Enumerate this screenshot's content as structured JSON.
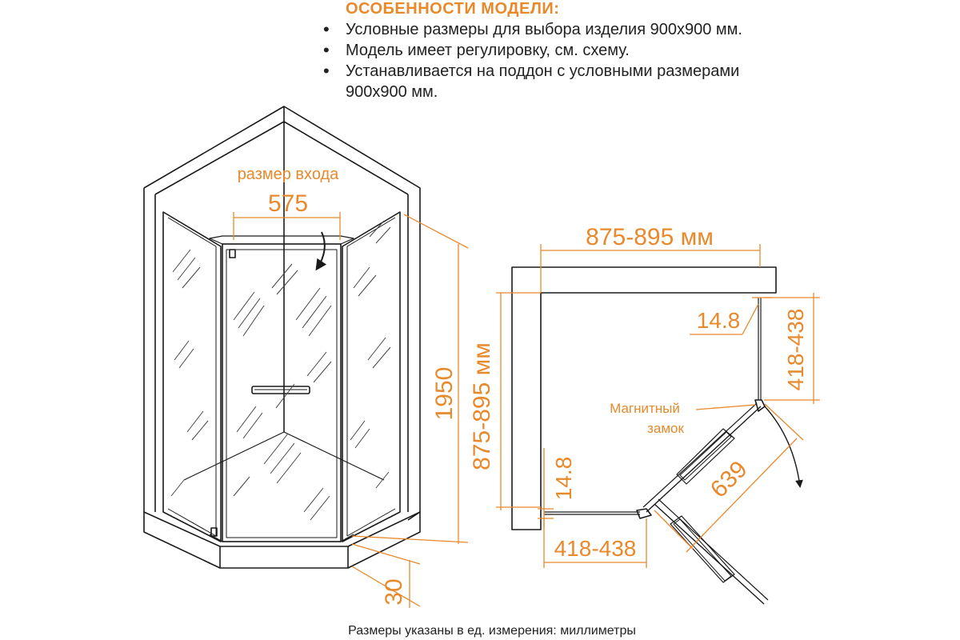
{
  "features": {
    "title": "ОСОБЕННОСТИ МОДЕЛИ:",
    "items": [
      "Условные размеры для выбора изделия 900x900 мм.",
      "Модель имеет регулировку, см. схему.",
      "Устанавливается на поддон с условными размерами",
      "900x900 мм."
    ]
  },
  "front_view": {
    "entrance_label": "размер входа",
    "entrance_width": "575",
    "height": "1950",
    "tray_height": "30",
    "depth": "875-895 мм"
  },
  "plan_view": {
    "width": "875-895 мм",
    "gap_top": "14.8",
    "side_right": "418-438",
    "magnet_label_line1": "Магнитный",
    "magnet_label_line2": "замок",
    "door_width": "639",
    "gap_left": "14.8",
    "side_bottom": "418-438"
  },
  "footnote": "Размеры указаны в ед. измерения: миллиметры",
  "colors": {
    "accent": "#E8892B",
    "line": "#1a1a1a",
    "glass_hatch": "#444444"
  }
}
